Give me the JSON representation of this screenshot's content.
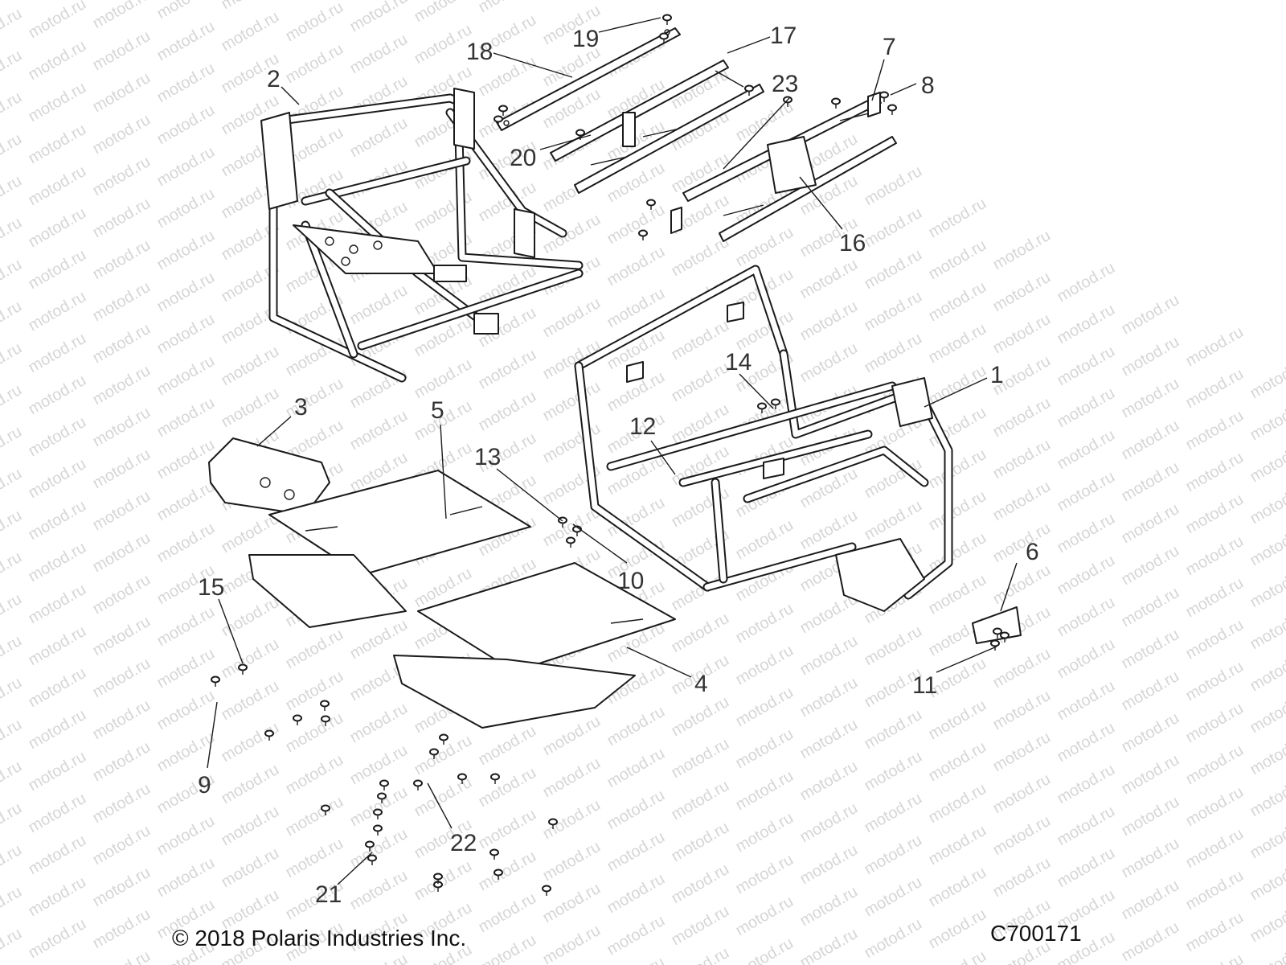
{
  "watermark": "motod.ru",
  "callouts": [
    {
      "id": "1",
      "label": "1"
    },
    {
      "id": "2",
      "label": "2"
    },
    {
      "id": "3",
      "label": "3"
    },
    {
      "id": "4",
      "label": "4"
    },
    {
      "id": "5",
      "label": "5"
    },
    {
      "id": "6",
      "label": "6"
    },
    {
      "id": "7",
      "label": "7"
    },
    {
      "id": "8",
      "label": "8"
    },
    {
      "id": "9",
      "label": "9"
    },
    {
      "id": "10",
      "label": "10"
    },
    {
      "id": "11",
      "label": "11"
    },
    {
      "id": "12",
      "label": "12"
    },
    {
      "id": "13",
      "label": "13"
    },
    {
      "id": "14",
      "label": "14"
    },
    {
      "id": "15",
      "label": "15"
    },
    {
      "id": "16",
      "label": "16"
    },
    {
      "id": "17",
      "label": "17"
    },
    {
      "id": "18",
      "label": "18"
    },
    {
      "id": "19",
      "label": "19"
    },
    {
      "id": "20",
      "label": "20"
    },
    {
      "id": "21",
      "label": "21"
    },
    {
      "id": "22",
      "label": "22"
    },
    {
      "id": "23",
      "label": "23"
    }
  ],
  "footer": {
    "copyright": "© 2018 Polaris Industries Inc.",
    "diagram_code": "C700171"
  }
}
